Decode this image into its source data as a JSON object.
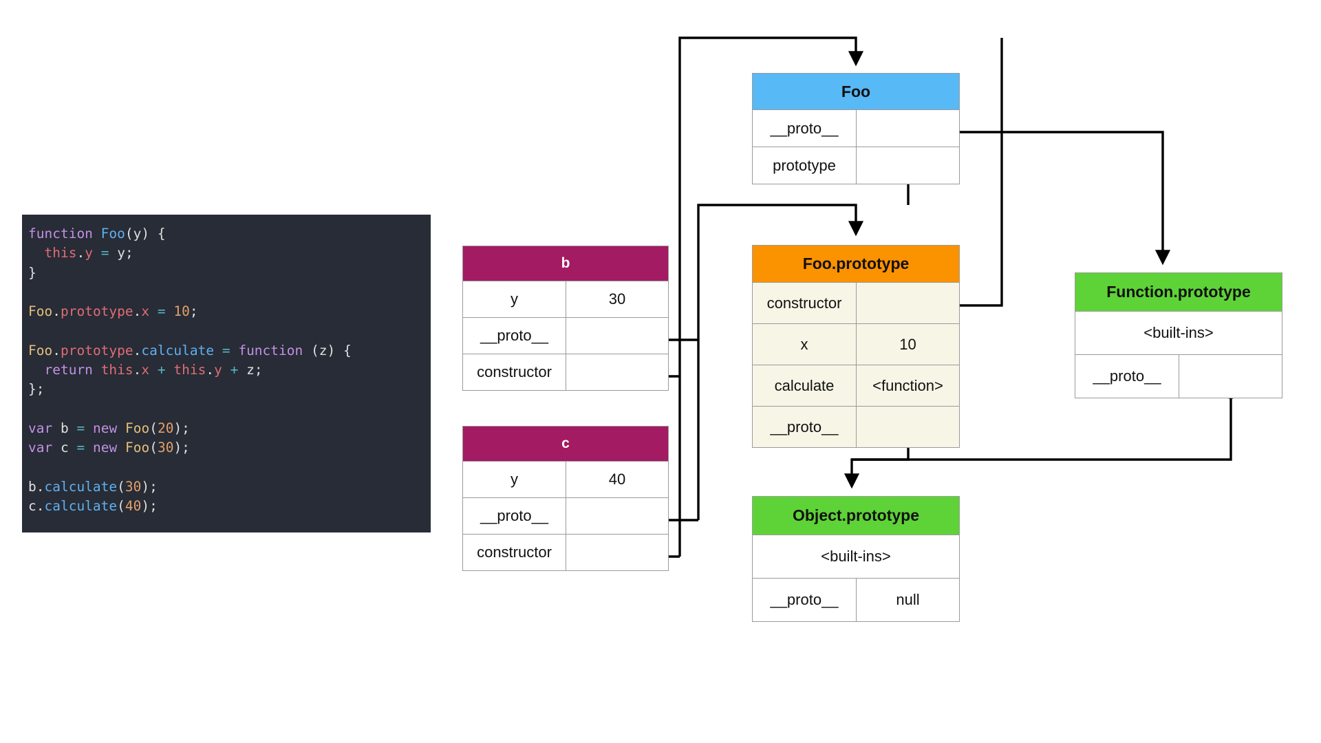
{
  "code": {
    "language": "javascript",
    "lines": [
      "function Foo(y) {",
      "  this.y = y;",
      "}",
      "",
      "Foo.prototype.x = 10;",
      "",
      "Foo.prototype.calculate = function (z) {",
      "  return this.x + this.y + z;",
      "};",
      "",
      "var b = new Foo(20);",
      "var c = new Foo(30);",
      "",
      "b.calculate(30);",
      "c.calculate(40);"
    ]
  },
  "colors": {
    "instance_header": "#A31B62",
    "foo_header": "#57b9f5",
    "fooproto_header": "#fb9200",
    "fooproto_body": "#f7f5e6",
    "builtin_header": "#5ed337",
    "code_background": "#272c36",
    "wire": "#000000"
  },
  "tables": {
    "b": {
      "title": "b",
      "rows": [
        {
          "key": "y",
          "value": "30",
          "pointer": false
        },
        {
          "key": "__proto__",
          "value": "",
          "pointer": true
        },
        {
          "key": "constructor",
          "value": "",
          "pointer": true
        }
      ]
    },
    "c": {
      "title": "c",
      "rows": [
        {
          "key": "y",
          "value": "40",
          "pointer": false
        },
        {
          "key": "__proto__",
          "value": "",
          "pointer": true
        },
        {
          "key": "constructor",
          "value": "",
          "pointer": true
        }
      ]
    },
    "foo": {
      "title": "Foo",
      "rows": [
        {
          "key": "__proto__",
          "value": "",
          "pointer": true
        },
        {
          "key": "prototype",
          "value": "",
          "pointer": true
        }
      ]
    },
    "foo_prototype": {
      "title": "Foo.prototype",
      "rows": [
        {
          "key": "constructor",
          "value": "",
          "pointer": true
        },
        {
          "key": "x",
          "value": "10",
          "pointer": false
        },
        {
          "key": "calculate",
          "value": "<function>",
          "pointer": false
        },
        {
          "key": "__proto__",
          "value": "",
          "pointer": true
        }
      ]
    },
    "function_prototype": {
      "title": "Function.prototype",
      "builtins": "<built-ins>",
      "rows": [
        {
          "key": "__proto__",
          "value": "",
          "pointer": true
        }
      ]
    },
    "object_prototype": {
      "title": "Object.prototype",
      "builtins": "<built-ins>",
      "rows": [
        {
          "key": "__proto__",
          "value": "null",
          "pointer": false
        }
      ]
    }
  },
  "edges": [
    {
      "from": "b.__proto__",
      "to": "Foo.prototype"
    },
    {
      "from": "b.constructor",
      "to": "Foo"
    },
    {
      "from": "c.__proto__",
      "to": "Foo.prototype"
    },
    {
      "from": "c.constructor",
      "to": "Foo"
    },
    {
      "from": "Foo.__proto__",
      "to": "Function.prototype"
    },
    {
      "from": "Foo.prototype",
      "to": "Foo.prototype"
    },
    {
      "from": "Foo.prototype.constructor",
      "to": "Foo"
    },
    {
      "from": "Foo.prototype.__proto__",
      "to": "Object.prototype"
    },
    {
      "from": "Function.prototype.__proto__",
      "to": "Object.prototype"
    }
  ]
}
